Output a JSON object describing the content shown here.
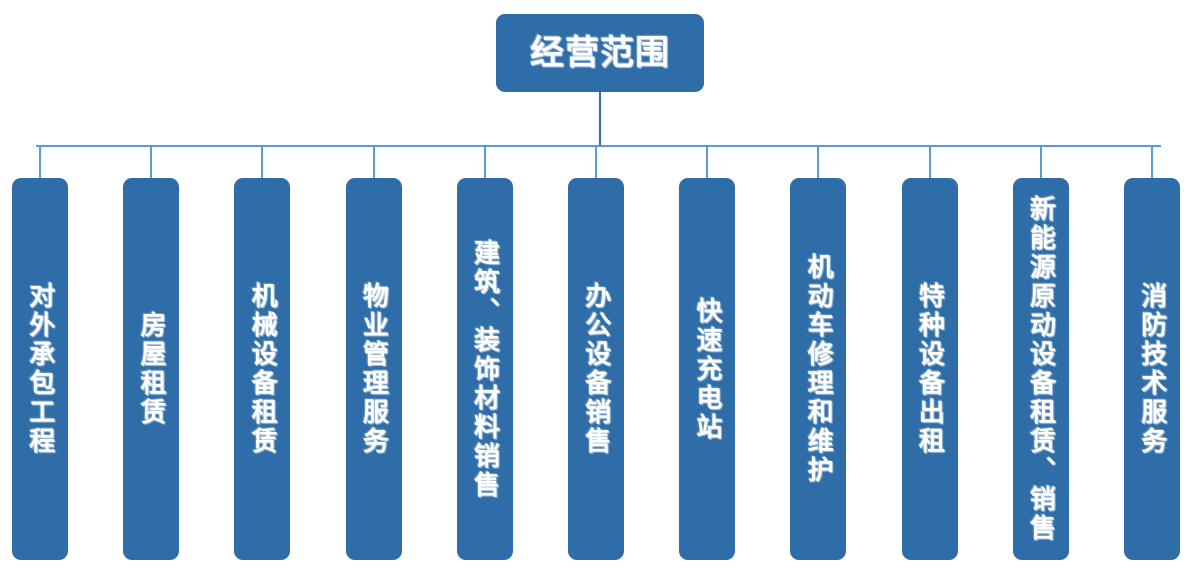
{
  "diagram": {
    "type": "org-chart",
    "title": "经营范围",
    "colors": {
      "node_fill": "#2E6DA8",
      "node_text": "#FFFFFF",
      "connector_light": "#5B9BD5",
      "connector_dark": "#2E6DA8",
      "background": "#FFFFFF"
    },
    "root": {
      "label": "经营范围"
    },
    "children": [
      {
        "label": "对外承包工程"
      },
      {
        "label": "房屋租赁"
      },
      {
        "label": "机械设备租赁"
      },
      {
        "label": "物业管理服务"
      },
      {
        "label": "建筑、装饰材料销售"
      },
      {
        "label": "办公设备销售"
      },
      {
        "label": "快速充电站"
      },
      {
        "label": "机动车修理和维护"
      },
      {
        "label": "特种设备出租"
      },
      {
        "label": "新能源原动设备租赁、销售"
      },
      {
        "label": "消防技术服务"
      }
    ]
  }
}
